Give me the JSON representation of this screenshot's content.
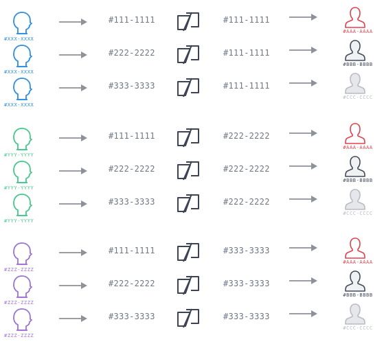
{
  "colors": {
    "blue": "#2a8fe6",
    "green": "#44c98a",
    "purple": "#9b72d8",
    "red": "#e0424f",
    "dark": "#444c5c",
    "light": "#b8bcc4",
    "arrow": "#8d9199",
    "swap": "#3c4352",
    "text": "#6f7786"
  },
  "rows": [
    {
      "source_label": "#XXX-XXXX",
      "source_color": "blue",
      "number_1": "#111-1111",
      "number_2": "#111-1111",
      "dest_label": "#AAA-AAAA",
      "dest_color": "red"
    },
    {
      "source_label": "#XXX-XXXX",
      "source_color": "blue",
      "number_1": "#222-2222",
      "number_2": "#111-1111",
      "dest_label": "#BBB-BBBB",
      "dest_color": "dark"
    },
    {
      "source_label": "#XXX-XXXX",
      "source_color": "blue",
      "number_1": "#333-3333",
      "number_2": "#111-1111",
      "dest_label": "#CCC-CCCC",
      "dest_color": "light"
    },
    {
      "source_label": "#YYY-YYYY",
      "source_color": "green",
      "number_1": "#111-1111",
      "number_2": "#222-2222",
      "dest_label": "#AAA-AAAA",
      "dest_color": "red"
    },
    {
      "source_label": "#YYY-YYYY",
      "source_color": "green",
      "number_1": "#222-2222",
      "number_2": "#222-2222",
      "dest_label": "#BBB-BBBB",
      "dest_color": "dark"
    },
    {
      "source_label": "#YYY-YYYY",
      "source_color": "green",
      "number_1": "#333-3333",
      "number_2": "#222-2222",
      "dest_label": "#CCC-CCCC",
      "dest_color": "light"
    },
    {
      "source_label": "#ZZZ-ZZZZ",
      "source_color": "purple",
      "number_1": "#111-1111",
      "number_2": "#333-3333",
      "dest_label": "#AAA-AAAA",
      "dest_color": "red"
    },
    {
      "source_label": "#ZZZ-ZZZZ",
      "source_color": "purple",
      "number_1": "#222-2222",
      "number_2": "#333-3333",
      "dest_label": "#BBB-BBBB",
      "dest_color": "dark"
    },
    {
      "source_label": "#ZZZ-ZZZZ",
      "source_color": "purple",
      "number_1": "#333-3333",
      "number_2": "#333-3333",
      "dest_label": "#CCC-CCCC",
      "dest_color": "light"
    }
  ],
  "icons": {
    "source": "person-head-profile-icon",
    "arrow": "arrow-right-icon",
    "swap": "swap-parallelogram-icon",
    "dest": "person-bust-icon"
  }
}
